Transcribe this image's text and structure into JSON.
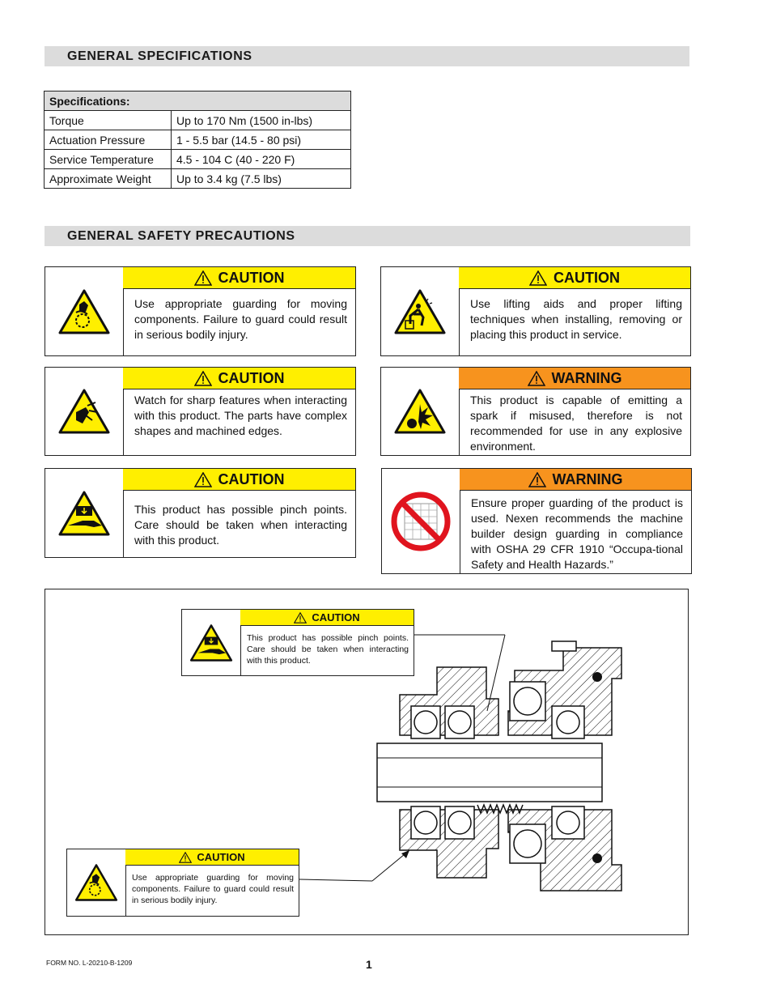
{
  "sections": {
    "specs_title": "GENERAL SPECIFICATIONS",
    "safety_title": "GENERAL SAFETY PRECAUTIONS"
  },
  "spec_table": {
    "header": "Specifications:",
    "rows": [
      {
        "label": "Torque",
        "value": "Up to 170 Nm (1500 in-lbs)"
      },
      {
        "label": "Actuation Pressure",
        "value": "1 - 5.5 bar (14.5 - 80 psi)"
      },
      {
        "label": "Service Temperature",
        "value": "4.5 - 104 C (40 - 220 F)"
      },
      {
        "label": "Approximate Weight",
        "value": "Up to 3.4 kg (7.5 lbs)"
      }
    ]
  },
  "safety_boxes": [
    {
      "level": "CAUTION",
      "icon": "moving-parts-icon",
      "text": "Use appropriate guarding for moving components. Failure to guard could result in serious bodily injury."
    },
    {
      "level": "CAUTION",
      "icon": "lifting-icon",
      "text": "Use lifting aids and proper lifting techniques when installing, removing or placing this product in service."
    },
    {
      "level": "CAUTION",
      "icon": "sharp-edges-icon",
      "text": "Watch for sharp features when interacting with this product. The parts have complex shapes and machined edges."
    },
    {
      "level": "WARNING",
      "icon": "explosion-icon",
      "text": "This product is capable of emitting a spark if misused, therefore is not recommended for use in any explosive environment."
    },
    {
      "level": "CAUTION",
      "icon": "pinch-point-icon",
      "text": "This product has possible pinch points. Care should be taken when interacting with this product."
    },
    {
      "level": "WARNING",
      "icon": "no-guard-removal-icon",
      "text": "Ensure proper guarding of the product is used. Nexen recommends the machine builder design guarding in compliance with OSHA 29 CFR 1910 “Occupa-tional Safety and Health Hazards.”"
    }
  ],
  "diagram": {
    "callout_top": {
      "level": "CAUTION",
      "text": "This product has possible pinch points. Care should be taken when interacting with this product."
    },
    "callout_bottom": {
      "level": "CAUTION",
      "text": "Use appropriate guarding for moving components. Failure to guard could result in serious bodily injury."
    }
  },
  "footer": {
    "form_no": "FORM NO. L-20210-B-1209",
    "page": "1"
  },
  "colors": {
    "caution": "#ffef00",
    "warning": "#f7931e",
    "section_bg": "#dcdcdc"
  }
}
